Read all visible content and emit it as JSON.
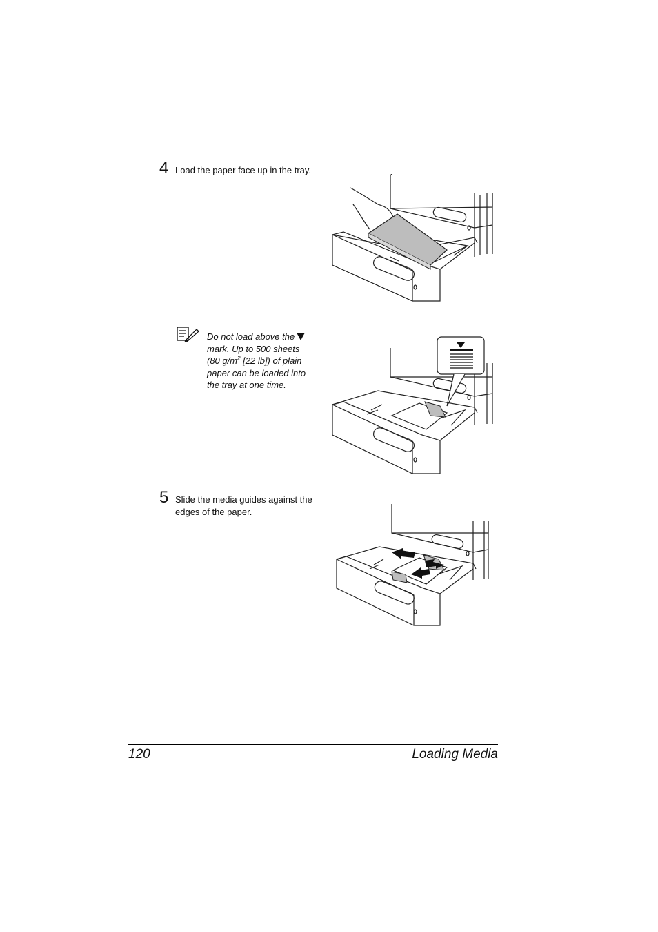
{
  "steps": [
    {
      "number": "4",
      "text": "Load the paper face up in the tray."
    },
    {
      "number": "5",
      "text": "Slide the media guides against the edges of the paper."
    }
  ],
  "note": {
    "icon": "note-pencil-icon",
    "line1": "Do not load above the",
    "line2": "mark. Up to 500 sheets",
    "line3_a": "(80 g/m",
    "line3_sup": "2",
    "line3_b": " [22 lb]) of plain",
    "line4": "paper can be loaded into",
    "line5": "the tray at one time."
  },
  "footer": {
    "page_number": "120",
    "section_title": "Loading Media"
  }
}
